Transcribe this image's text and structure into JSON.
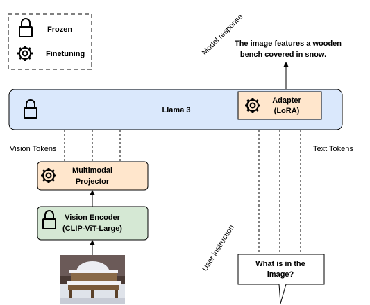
{
  "legend": {
    "frozen_label": "Frozen",
    "finetuning_label": "Finetuning"
  },
  "llama": {
    "label": "Llama 3"
  },
  "adapter": {
    "line1": "Adapter",
    "line2": "(LoRA)"
  },
  "model_response": {
    "label": "Model response",
    "text_line1": "The image features a wooden",
    "text_line2": "bench covered in snow."
  },
  "vision_tokens_label": "Vision Tokens",
  "text_tokens_label": "Text Tokens",
  "projector": {
    "line1": "Multimodal",
    "line2": "Projector"
  },
  "encoder": {
    "line1": "Vision Encoder",
    "line2": "(CLIP-ViT-Large)"
  },
  "user_instruction": {
    "label": "User instruction",
    "line1": "What is in the",
    "line2": "image?"
  },
  "colors": {
    "llama_fill": "#dae8fc",
    "finetune_fill": "#ffe6cc",
    "frozen_fill": "#d5e8d4",
    "stroke": "#000000"
  }
}
